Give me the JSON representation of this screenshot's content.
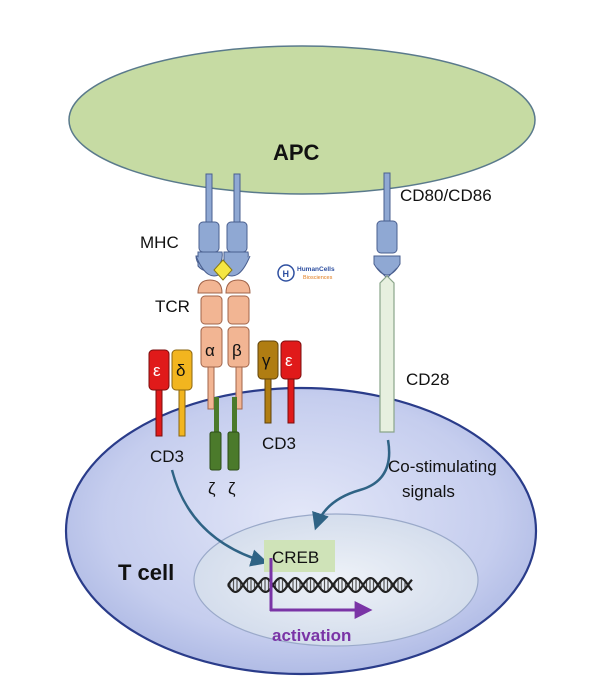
{
  "labels": {
    "apc": "APC",
    "mhc": "MHC",
    "tcr": "TCR",
    "cd80_cd86": "CD80/CD86",
    "cd28": "CD28",
    "cd3_left": "CD3",
    "cd3_right": "CD3",
    "t_cell": "T cell",
    "creb": "CREB",
    "co_stim_line1": "Co-stimulating",
    "co_stim_line2": "signals",
    "activation": "activation",
    "zeta_1": "ζ",
    "zeta_2": "ζ"
  },
  "chains": {
    "alpha": "α",
    "beta": "β",
    "epsilon_left": "ε",
    "delta": "δ",
    "gamma": "γ",
    "epsilon_right": "ε"
  },
  "logo": {
    "initial": "H",
    "name": "HumanCells",
    "sub": "Biosciences"
  },
  "colors": {
    "apc_fill": "#c6dba3",
    "tcell_fill": "#c9d0ef",
    "nucleus_fill": "#dfe6f2",
    "creb_fill": "#cfe3b8",
    "mhc_blue": "#8fa8d3",
    "tcr_orange": "#f2b593",
    "epsilon_red": "#e01a1a",
    "delta_yellow": "#f2b51f",
    "gamma_brown": "#b07d12",
    "zeta_green": "#4b7a2b",
    "activation_purple": "#7a34a6",
    "arrow_blue": "#2f6385"
  }
}
